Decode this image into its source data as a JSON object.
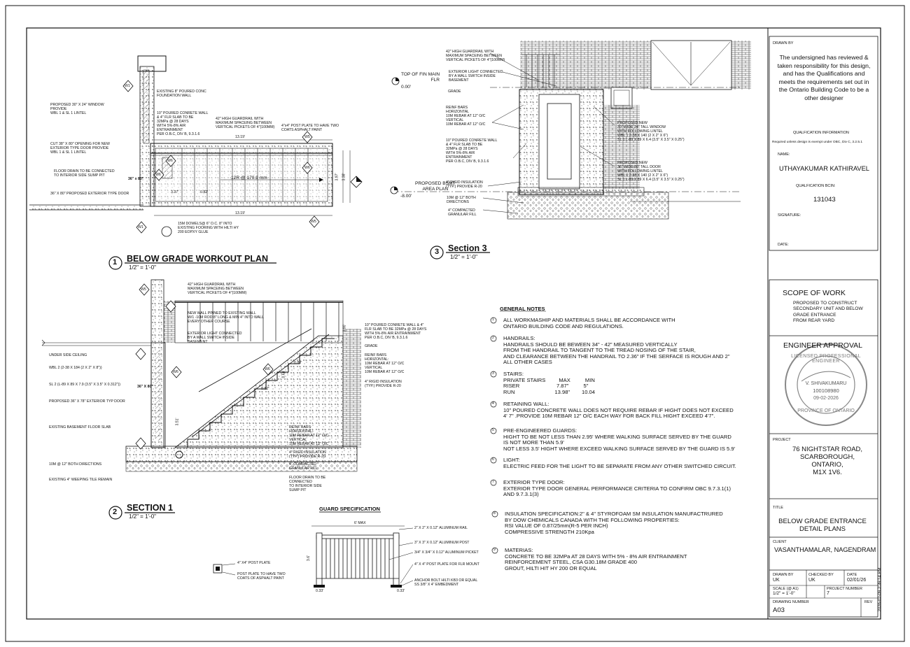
{
  "plan1": {
    "num": "1",
    "title": "BELOW GRADE WORKOUT PLAN",
    "scale": "1/2\" = 1'-0\"",
    "labels": [
      {
        "text": "EXISTING 8\" POURED CONC\nFOUNDATION WALL"
      },
      {
        "text": "PROPOSED 30\" X 24\" WINDOW\nPROVIDE\nWBL 1 & SL 1 LINTEL"
      },
      {
        "text": "10\" POURED CONRETE WALL\n& 4\" FLR SLAB TO BE\n32MPa @ 28 DAYS\nWITH 5%-8% AIR\nENTRAINMENT\nPER O.B.C, DIV B, 9.3.1.6"
      },
      {
        "text": "42\" HIGH GUARDRAIL WITH\nMAXIMUM SPACEING BETWEEN\nVERTICAL PICKETS OF 4\"(100MM)"
      },
      {
        "text": "4\"x4\" POST PLATE TO HAVE TWO\nCOATS ASPHALT PAINT"
      },
      {
        "text": "CUT 38\" X 80\" OPENING FOR NEW\nEXTERIOR TYPE DOOR PROVIDE\nWBL 1 & SL 1 LINTEL"
      },
      {
        "text": "FLOOR DRAIN TO BE CONNECTED\nTO INTERIOR SIDE SUMP PIT"
      },
      {
        "text": "36\" X 80\" PROPOSED EXTERIOR TYPE DOOR"
      },
      {
        "text": "15M DOWELS@ 6\" O.C. 8\" INTO\nEXISTING FOORING WITH HILTI HY\n200 EOPXY GLUE"
      }
    ],
    "dims": {
      "top": "13.19'",
      "bottom": "13.19'",
      "stair": "12R @ 170.9 mm",
      "run": "0.82'",
      "first": "3.37'",
      "side": "3.97'",
      "height": "3.38'",
      "door": "36\" x 80\""
    },
    "tags": [
      "W1",
      "W5",
      "W6",
      "W6",
      "W5",
      "W1",
      "W6"
    ]
  },
  "section3": {
    "num": "3",
    "title": "Section 3",
    "scale": "1/2\" = 1'-0\"",
    "levels": [
      {
        "text": "TOP OF FIN MAIN\nFLR",
        "value": "0.00'"
      },
      {
        "text": "PROPOSED BSMT\nAREA PLAN",
        "value": "-8.00'"
      }
    ],
    "labels": [
      {
        "text": "42\" HIGH GUARDRAIL WITH\nMAXIMUM SPACEING BETWEEN\nVERTICAL PICKETS OF 4\"(100MM)"
      },
      {
        "text": "EXTERIOR LIGHT CONNECTED\nBY A WALL SWITCH INSIDE\nBASEMENT"
      },
      {
        "text": "GRADE"
      },
      {
        "text": "REINF BARS\nHORIZONTAL\n10M REBAR AT 12\" O/C\nVERTICAL\n10M REBAR AT 12\" O/C"
      },
      {
        "text": "10\" POURED CONRETE WALL\n& 4\" FLR SLAB TO BE\n32MPa @ 28 DAYS\nWITH 5%-8% AIR\nENTRAINMENT\nPER O.B.C, DIV B, 9.3.1.6"
      },
      {
        "text": "4\" RIGID INSULATION\n(TYP.) PROVIDE R-20"
      },
      {
        "text": "10M @ 12\" BOTH\nDIRECTIONS"
      },
      {
        "text": "4\" COMPACTED\nGRANULAR FILL"
      },
      {
        "text": "PROPOSED NEW\n30\" WIDE 24\" TALL WINDOW\nWITH FOLLOWING LINTEL\nWBL 1  2-38 X 140 (2 X 2\" X 6\")\nSL 1    L-89 X 89 X 6.4 (3.5\" X 3.5\" X 0.25\")"
      },
      {
        "text": "PROPOSED NEW\n36\" WIDE 80\" TALL DOOR\nWITH FOLLOWING LINTEL\nWBL 1  2-38 X 140 (2 X 2\" X 6\")\nSL 1    L-89 X 89 X 6.4 (3.5\" X 3.5\" X 0.25\")"
      }
    ]
  },
  "section1": {
    "num": "2",
    "title": "SECTION 1",
    "scale": "1/2\" = 1'-0\"",
    "labels": [
      {
        "text": "42\" HIGH GUARDRAIL WITH\nMAXIMUM SPACEING BETWEEN\nVERTICAL PICKETS OF 4\"(100MM)"
      },
      {
        "text": "NEW WALL PINNED TO EXISTING WALL\nW/1 -10M ROD 8\" LONG & MIN 4\" INTO WALL\nEVERY OTHER COURSE"
      },
      {
        "text": "EXTERIOR LIGHT CONNECTED\nBY A WALL SWITCH INSIDE\nBASEMENT"
      },
      {
        "text": "10\" POURED CONRETE WALL & 4\"\nFLR SLAB TO BE 32MPa @ 28 DAYS\nWITH 5%-8% AIR ENTRAINMENT\nPER O.B.C, DIV B, 9.3.1.6"
      },
      {
        "text": "GRADE"
      },
      {
        "text": "REINF BARS\nHORIZONTAL:\n10M REBAR AT 12\" O/C\nVERTICAL\n10M REBAR AT 12\" O/C"
      },
      {
        "text": "4\" RIGID INSULATION\n(TYP.) PROVIDE R-20"
      },
      {
        "text": "UNDER SIDE CEILING"
      },
      {
        "text": "WBL 2 (2-38 X 184 (2 X 2\" X 8\"))"
      },
      {
        "text": "SL 2 (L-89 X 89 X 7.9 (3.5\" X 3.5\" X 0.312\"))"
      },
      {
        "text": "PROPOSED 36\" X 78\" EXTERIOR TYP DOOR"
      },
      {
        "text": "EXISTING BASEMENT FLOOR SLAB"
      },
      {
        "text": "10M @ 12\" BOTH DIRECTIONS"
      },
      {
        "text": "EXISTING 4\" WEEPING TILE REMAIN"
      },
      {
        "text": "REINF BARS\nHORIZONTAL:\n10M REBAR AT 12\" O/C\nVERTICAL\n10M REBAR AT 12\" O/C"
      },
      {
        "text": "4\" RIGID INSULATION\n(TYP.) PROVIDE R-20"
      },
      {
        "text": "4\" COMPACTED\nGRANULAR FILL"
      },
      {
        "text": "FLOOR DRAIN TO BE\nCONNECTED\nTO INTERIOR SIDE\nSUMP PIT"
      }
    ],
    "dims": {
      "d1": "0.82'",
      "d2": "0.82'",
      "d3": "0.66'",
      "d4": "3.51'",
      "d5": "3.90'",
      "d6": "36\" X 80\""
    },
    "tags": [
      "W5",
      "W6",
      "W6"
    ]
  },
  "guard": {
    "title": "GUARD SPECIFICATION",
    "top_dim": "6' MAX",
    "post_dim_left": "0.33'",
    "post_dim_right": "0.33'",
    "height_dim": "3.6'",
    "labels": [
      {
        "text": "2\" X 2\" X 0.12\" ALUMINUM RAIL"
      },
      {
        "text": "3\" X 3\" X 0.12\" ALUMINUM POST"
      },
      {
        "text": "3/4\" X 3/4\" X 0.12\" ALUMINUM PICKET"
      },
      {
        "text": "4\" X 4\" POST PLATE FOR FLR MOUNT"
      },
      {
        "text": "ANCHOR BOLT HILTI KB3 OR EQUAL\nSS 3/8\" X 4\" EMBEDMENT"
      }
    ],
    "post_labels": [
      {
        "text": "4\" X4\" POST PLATE"
      },
      {
        "text": "POST PLATE TO HAVE TWO\nCOATS OF ASPHALT PAINT"
      }
    ]
  },
  "general_notes": {
    "title": "GENERAL NOTES",
    "items": [
      {
        "num": "1",
        "text": "ALL WORKMASHIP AND MATERIALS SHALL BE ACCORDANCE WITH\n ONTARIO BUILDING CODE AND REGULATIONS."
      },
      {
        "num": "2",
        "text": "HANDRAILS:\nHANDRAILS SHOULD BE BEWEEN 34\" - 42\" MEASURED VERTICALLY\n FROM THE HANDRAIL TO TANGENT TO THE TREAD NOSING OF THE STAIR,\nAND CLEARANCE BETWEEN THE HANDRAIL TO 2.36\" IF THE SERFACE IS ROUGH AND 2\"\nALL OTHER CASES"
      },
      {
        "num": "3",
        "text": "STAIRS:\nPRIVATE STAIRS         MAX          MIN\nRISER                         7.87\"          5\"\nRUN                           13.98\"        10.04"
      },
      {
        "num": "4",
        "text": "RETAINING WALL:\n10\" POURED CONCRETE WALL DOES NOT REQUIRE REBAR IF HIGHT DOES NOT EXCEED\n 4' 7\" .PROVIDE 10M REBAR  12\" O/C EACH WAY FOR BACK FILL HIGHT EXCEED 4'7\"."
      },
      {
        "num": "5",
        "text": "PRE-ENGINEERED GUARDS:\nHIGHT TO BE NOT LESS THAN 2.95' WHERE WALKING SURFACE SERVED BY THE GUARD\nIS NOT MORE THAN 5.9'\nNOT LESS 3.5' HIGHT WHERE EXCEED WALKING SURFACE SERVED BY THE GUARD IS 5.9'"
      },
      {
        "num": "6",
        "text": "LIGHT:\nELECTRIC FEED FOR THE LIGHT TO BE SEPARATE FROM ANY OTHER SWITCHED CIRCUIT."
      },
      {
        "num": "7",
        "text": "EXTERIOR TYPE DOOR:\nEXTERIOR TYPE DOOR GENERAL PERFORMANCE CRITERIA TO CONFIRM OBC 9.7.3.1(1)\nAND 9.7.3.1(3)"
      },
      {
        "num": "8",
        "text": "INSULATION SPECIFICATION:2\" & 4\" STYROFOAM SM INSULATION MANUFACTRURED\nBY DOW CHEMICALS CANADA WITH THE FOLLOWING PROPERTIES:\nRSI VALUE OF 0.87/25mm(R-5 PER INCH)\nCOMPRESSIVE STRENGTH 210Kpa"
      },
      {
        "num": "9",
        "text": "MATERIAS:\nCONCRETE TO BE 32MPa AT 28 DAYS WITH 5% - 8% AIR ENTRAINMENT\nREINFORCEMENT STEEL, CSA G30.18M GRADE 400\nGROUT, HILTI HIT HY 200 OR EQUAL"
      }
    ]
  },
  "title_block": {
    "drawn_by_label": "DRAWN BY",
    "statement": "The undersigned has reviewed & taken responsibility for this design, and has the Qualifications and meets the requirements set out in the Ontario Building Code to be a other designer",
    "qual_info_label": "QUALFICATION INFORMATION",
    "qual_exempt": "Required unless design is exempt under OBC, Div C, 3.2.5.1",
    "name_label": "NAME:",
    "name": "UTHAYAKUMAR KATHIRAVEL",
    "bcin_label": "QUALFICATION BCIN:",
    "bcin": "131043",
    "signature_label": "SIGNATURE:",
    "date_label": "DATE:",
    "scope_title": "SCOPE OF WORK",
    "scope_text": "PROPOSED TO CONSTRUCT\nSECONDARY UNIT AND BELOW\nGRADE ENTRANCE\nFROM REAR YARD",
    "engineer_title": "ENGINEER APPROVAL",
    "stamp": {
      "top": "LICENSED PROFESSIONAL ENGINEER",
      "name": "V. SHIVAKUMARU",
      "number": "100108980",
      "date": "09-02-2026",
      "bottom": "PROVINCE OF ONTARIO"
    },
    "project_label": "PROJECT",
    "project": "76 NIGHTSTAR ROAD,\nSCARBOROUGH,\nONTARIO,\nM1X 1V6.",
    "title_label": "TITLE",
    "title": "BELOW GRADE ENTRANCE\nDETAIL PLANS",
    "client_label": "CLIENT",
    "client": "VASANTHAMALAR, NAGENDRAM",
    "drawn_label": "DRAWN BY",
    "drawn": "UK",
    "checked_label": "CHECKED BY",
    "checked": "UK",
    "date2_label": "DATE",
    "date2": "02/01/26",
    "scale_label": "SCALE (@ A1)",
    "scale": "1/2\" = 1'-0\"",
    "project_num_label": "PROJECT NUMBER",
    "project_num": "7",
    "drawing_num_label": "DRAWING NUMBER",
    "drawing_num": "A03",
    "rev_label": "REV",
    "timestamp": "2026-02-09 2:39:14 PM"
  }
}
